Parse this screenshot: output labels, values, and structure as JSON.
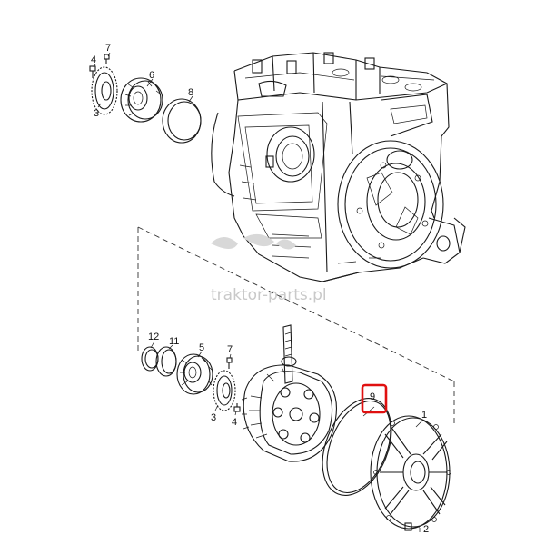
{
  "labels": {
    "top_assembly": [
      "4",
      "7",
      "3",
      "6",
      "8"
    ],
    "bottom_assembly": [
      "12",
      "11",
      "5",
      "7",
      "3",
      "4"
    ],
    "cover": [
      "9",
      "1",
      "2"
    ]
  },
  "highlight": {
    "label": "9",
    "color": "#e01010"
  },
  "watermark": {
    "text": "traktor-parts.pl"
  }
}
